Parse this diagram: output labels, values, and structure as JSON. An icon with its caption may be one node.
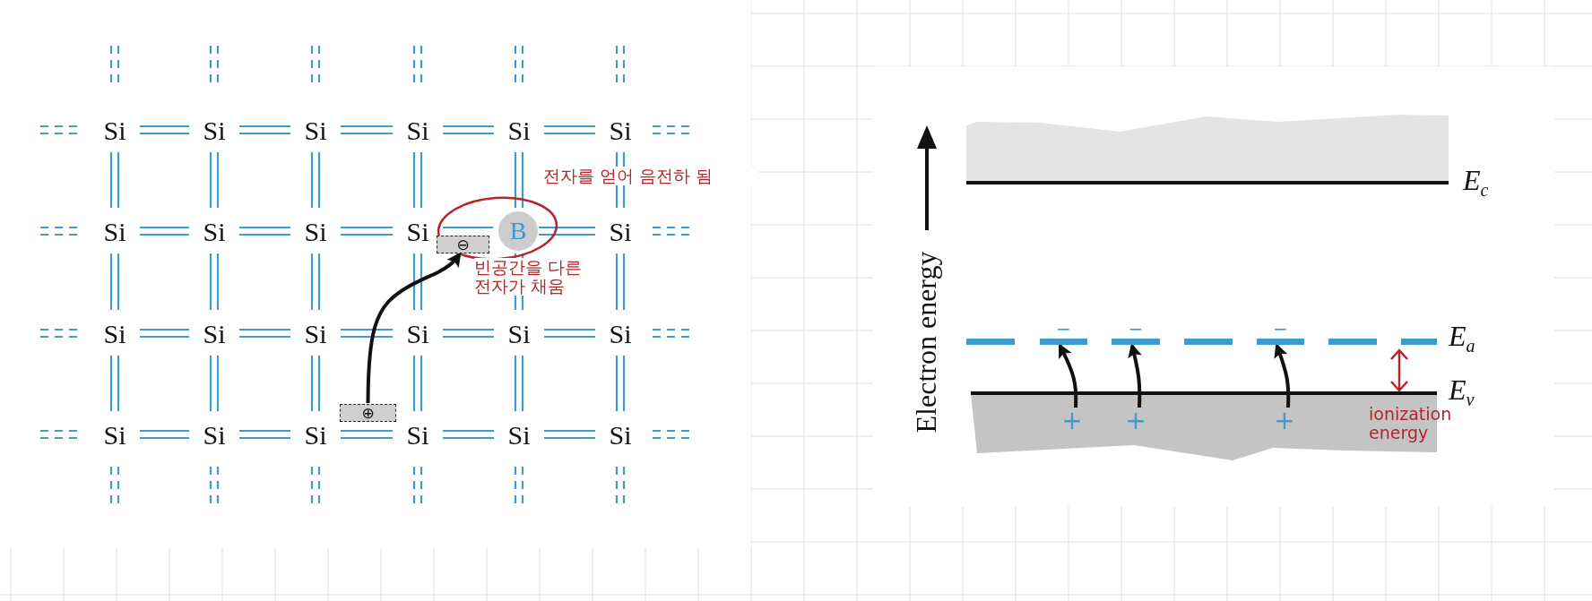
{
  "diagram": {
    "nodes": [
      {
        "text": [
          "⊖"
        ]
      },
      {
        "text": [
          "B"
        ]
      },
      {
        "text": [
          "⊕"
        ]
      },
      {
        "text": [
          "−"
        ]
      },
      {
        "text": [
          "−"
        ]
      },
      {
        "text": [
          "−"
        ]
      },
      {
        "text": [
          "+"
        ]
      },
      {
        "text": [
          "+"
        ]
      },
      {
        "text": [
          "+"
        ]
      }
    ],
    "edges": [
      {
        "from": 2,
        "to": 0,
        "arrow": "to"
      },
      {
        "from": 6,
        "to": 3,
        "arrow": "to"
      },
      {
        "from": 7,
        "to": 4,
        "arrow": "to"
      },
      {
        "from": 8,
        "to": 5,
        "arrow": "to"
      }
    ],
    "labels": [
      "Si",
      "Si",
      "Si",
      "Si",
      "Si",
      "Si",
      "전자를 얻어 음전하 됨",
      "Si",
      "Si",
      "Si",
      "Si",
      "Si",
      "빈공간을 다른 전자가 채움",
      "Si",
      "Si",
      "Si",
      "Si",
      "Si",
      "Si",
      "Si",
      "Si",
      "Si",
      "Si",
      "Si",
      "Si",
      "Electron energy",
      "E$_{c}$",
      "E$_{a}$",
      "E$_{v}$",
      "ionization energy"
    ]
  }
}
